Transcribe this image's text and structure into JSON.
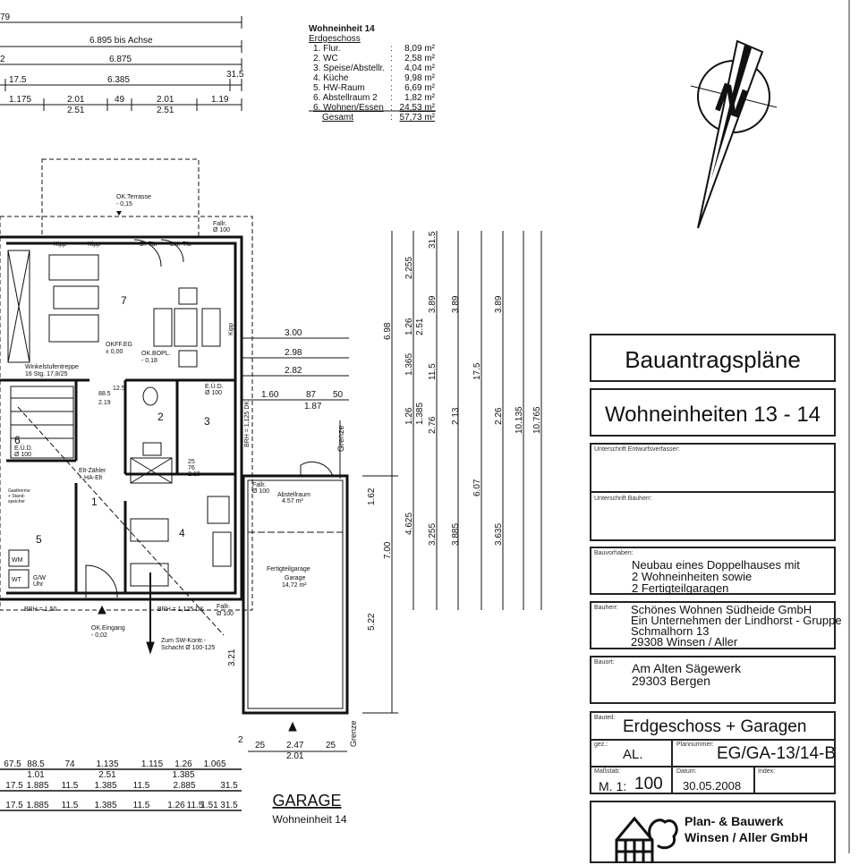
{
  "area_table": {
    "title": "Wohneinheit 14",
    "floor": "Erdgeschoss",
    "rows": [
      {
        "name": "1. Flur.",
        "value": "8,09 m²"
      },
      {
        "name": "2. WC",
        "value": "2,58 m²"
      },
      {
        "name": "3. Speise/Abstellr.",
        "value": "4,04 m²"
      },
      {
        "name": "4. Küche",
        "value": "9,98 m²"
      },
      {
        "name": "5. HW-Raum",
        "value": "6,69 m²"
      },
      {
        "name": "6. Abstellraum 2",
        "value": "1,82 m²"
      },
      {
        "name": "6. Wohnen/Essen",
        "value": "24,53 m²"
      }
    ],
    "total_label": "Gesamt",
    "total_value": "57,73 m²",
    "colon": ":"
  },
  "dims_top": {
    "d79": "79",
    "bis_achse": "6.895 bis Achse",
    "d6875": "6.875",
    "d2": "2",
    "d175": "17.5",
    "d6385": "6.385",
    "d315": "31.5",
    "d1175": "1.175",
    "d201a": "2.01",
    "d49": "49",
    "d201b": "2.01",
    "d119": "1.19",
    "d251a": "2.51",
    "d251b": "2.51"
  },
  "plan_labels": {
    "ok_terrasse": "OK.Terrasse",
    "ok_terrasse_val": "- 0,15",
    "fallr1": "Fallr.",
    "fallr1_val": "Ø 100",
    "kipp1": "Kipp",
    "kipp2": "Kipp",
    "dtuer": "D.-Tür",
    "dktuer": "DK.-Tür",
    "room7": "7",
    "okff": "OKFF.EG",
    "okff_val": "± 0,00",
    "okbopl": "OK.BOPL.",
    "okbopl_val": "- 0,18",
    "kipp3": "Kipp",
    "stair": "Winkelstufentreppe",
    "stair_val": "16 Stg. 17,8/25",
    "d885": "88.5",
    "d219a": "2.19",
    "d125": "12.5",
    "eud1": "E.Ü.D.",
    "eud1_val": "Ø 100",
    "room2": "2",
    "room3": "3",
    "brh_side": "BRH = 1,125 DK.",
    "room6": "6",
    "eud2": "E.Ü.D.",
    "eud2_val": "Ø 100",
    "elt": "Elt-Zähler",
    "elt2": "+ HA-Elt",
    "room1": "1",
    "gas": "Gastherme",
    "gas2": "+ Stand-",
    "gas3": "speicher",
    "room5": "5",
    "room4": "4",
    "wm": "WM",
    "wt": "WT",
    "gw": "G/W",
    "uhr": "Uhr",
    "brh1": "BRH = 1,50",
    "brh2": "BRH = 1,125 DK.",
    "fallr2": "Fallr.",
    "fallr2_val": "Ø 100",
    "ok_eingang": "OK.Eingang",
    "ok_eingang_val": "- 0,02",
    "sw": "Zum SW-Kontr.-",
    "sw2": "Schacht Ø 100-125",
    "d76": "76",
    "d219b": "2.19",
    "d25": "25"
  },
  "garage_labels": {
    "fallr": "Fallr.",
    "fallr_val": "Ø 100",
    "abstell": "Abstellraum",
    "abstell_val": "4.57 m²",
    "fertig": "Fertigteilgarage",
    "garage": "Garage",
    "garage_val": "14,72 m²",
    "grenze1": "Grenze",
    "grenze2": "Grenze",
    "d300": "3.00",
    "d298": "2.98",
    "d282": "2.82",
    "d160": "1.60",
    "d87": "87",
    "d50": "50",
    "d187": "1.87",
    "d321": "3.21",
    "d2": "2",
    "d25a": "25",
    "d247": "2.47",
    "d25b": "25",
    "d201": "2.01"
  },
  "dims_right": {
    "d698": "6.98",
    "d4625": "4.625",
    "d700": "7.00",
    "d162": "1.62",
    "d522": "5.22",
    "d2255": "2.255",
    "d126a": "1.26",
    "d1365": "1.365",
    "d126b": "1.26",
    "d1385": "1.385",
    "d3255": "3.255",
    "d389a": "3.89",
    "d251": "2.51",
    "d276": "2.76",
    "d3885": "3.885",
    "d389b": "3.89",
    "d213": "2.13",
    "d607": "6.07",
    "d389c": "3.89",
    "d226": "2.26",
    "d3635": "3.635",
    "d10135": "10.135",
    "d10765": "10.765",
    "d315": "31.5",
    "d115": "11.5",
    "d175": "17.5"
  },
  "dims_bottom": {
    "row1": [
      "67.5",
      "88.5",
      "74",
      "1.135",
      "1.115",
      "1.26",
      "1.065"
    ],
    "row1b": [
      "1.01",
      "2.51",
      "1.385"
    ],
    "row2": [
      "17.5",
      "1.885",
      "11.5",
      "1.385",
      "11.5",
      "2.885",
      "31.5"
    ],
    "row3": [
      "17.5",
      "1.885",
      "11.5",
      "1.385",
      "11.5",
      "1.26",
      "11.5",
      "1.51",
      "31.5"
    ]
  },
  "garage_title": {
    "title": "GARAGE",
    "subtitle": "Wohneinheit 14"
  },
  "north": {
    "label": "N"
  },
  "title_block": {
    "title": "Bauantragspläne",
    "units": "Wohneinheiten 13 - 14",
    "sig1_label": "Unterschrift Entwurfsverfasser:",
    "sig2_label": "Unterschrift Bauherr:",
    "vorhaben_label": "Bauvorhaben:",
    "vorhaben": [
      "Neubau eines Doppelhauses mit",
      "2 Wohneinheiten sowie",
      "2 Fertigteilgaragen"
    ],
    "bauherr_label": "Bauherr:",
    "bauherr": [
      "Schönes Wohnen Südheide GmbH",
      "Ein Unternehmen der Lindhorst - Gruppe",
      "Schmalhorn 13",
      "29308 Winsen / Aller"
    ],
    "bauort_label": "Bauort:",
    "bauort": [
      "Am Alten Sägewerk",
      "29303 Bergen"
    ],
    "bauteil_label": "Bauteil:",
    "bauteil": "Erdgeschoss + Garagen",
    "gez_label": "gez.:",
    "gez": "AL.",
    "plannummer_label": "Plannummer:",
    "plannummer": "EG/GA-13/14-B",
    "massstab_label": "Maßstab:",
    "massstab_prefix": "M.  1:",
    "massstab_value": "100",
    "datum_label": "Datum:",
    "datum": "30.05.2008",
    "index_label": "Index:",
    "firm": [
      "Plan- & Bauwerk",
      "Winsen / Aller GmbH"
    ]
  }
}
